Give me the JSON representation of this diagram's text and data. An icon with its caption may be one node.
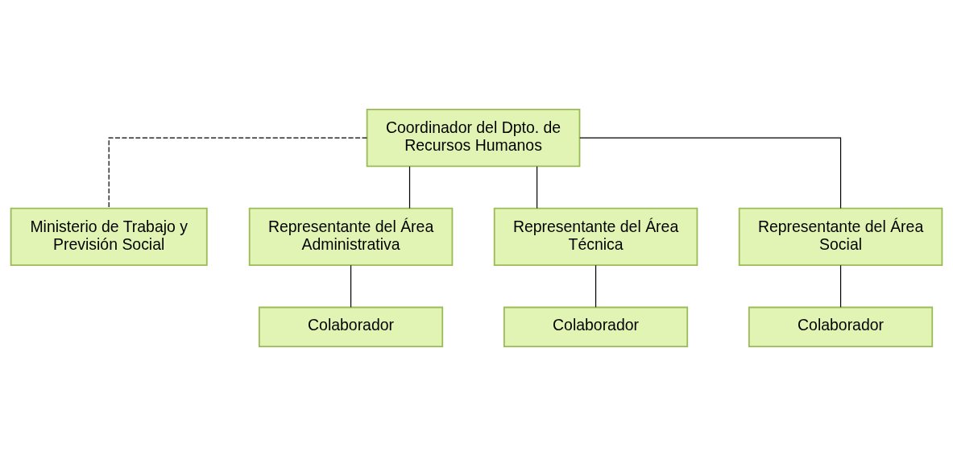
{
  "diagram": {
    "nodes": [
      {
        "text": [
          "Coordinador del Dpto. de Recursos Humanos"
        ]
      },
      {
        "text": [
          "Ministerio de Trabajo y Previsión Social"
        ]
      },
      {
        "text": [
          "Representante del Área Administrativa"
        ]
      },
      {
        "text": [
          "Representante del Área Técnica"
        ]
      },
      {
        "text": [
          "Representante del Área Social"
        ]
      },
      {
        "text": [
          "Colaborador"
        ]
      },
      {
        "text": [
          "Colaborador"
        ]
      },
      {
        "text": [
          "Colaborador"
        ]
      }
    ],
    "edges": [
      {
        "from": 0,
        "to": 1,
        "arrow": "none",
        "style": "dashed"
      },
      {
        "from": 0,
        "to": 2,
        "arrow": "none"
      },
      {
        "from": 0,
        "to": 3,
        "arrow": "none"
      },
      {
        "from": 0,
        "to": 4,
        "arrow": "none"
      },
      {
        "from": 2,
        "to": 5,
        "arrow": "none"
      },
      {
        "from": 3,
        "to": 6,
        "arrow": "none"
      },
      {
        "from": 4,
        "to": 7,
        "arrow": "none"
      }
    ]
  }
}
